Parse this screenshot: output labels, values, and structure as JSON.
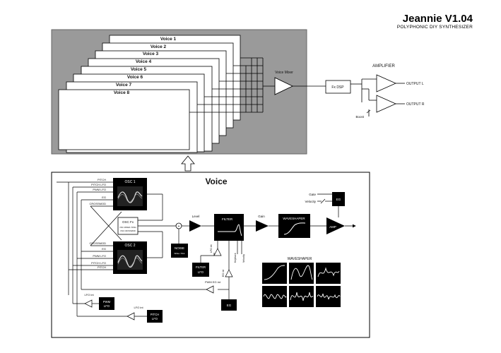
{
  "header": {
    "title": "Jeannie V1.04",
    "subtitle": "POLYPHONIC DIY SYNTHESIZER"
  },
  "voices": [
    "Voice 1",
    "Voice 2",
    "Voice 3",
    "Voice 4",
    "Voice 5",
    "Voice 6",
    "Voice 7",
    "Voice 8"
  ],
  "mixer": {
    "label": "Voice Mixer"
  },
  "fx_dsp": {
    "label": "Fx DSP"
  },
  "amplifier": {
    "label": "AMPLIFIER",
    "out_l": "OUTPUT L",
    "out_r": "OUTPUT R",
    "boost": "Boost"
  },
  "voice_panel": {
    "title": "Voice",
    "osc1": {
      "label": "OSC 1",
      "inputs": [
        "PITCH",
        "PITCH LFO",
        "PWM LFO",
        "EG",
        "CROSSMOD"
      ]
    },
    "osc2": {
      "label": "OSC 2",
      "inputs": [
        "CROSSMOD",
        "EG",
        "PWM LFO",
        "PITCH LFO",
        "PITCH"
      ]
    },
    "osc_fx": {
      "label": "OSC Fx",
      "sub1": "OSC MIXER / RING",
      "sub2": "OSC CROSSMOD"
    },
    "noise": {
      "line1": "NOISE",
      "line2": "White / Pink"
    },
    "level": "Level",
    "filter": "FILTER",
    "gain": "Gain",
    "waveshaper": "WAVESHAPER",
    "amp": "AMP",
    "gate": "Gate",
    "velocity": "Velocity",
    "eg_amp": "EG",
    "keytrack": "Keytrack",
    "velocity_filter": "Velocity",
    "lfo_int_filter": "LFO int",
    "filter_lfo": {
      "line1": "FILTER",
      "line2": "LFO"
    },
    "eg_int": "EG int",
    "pwm_eg_int": "PWM EG int",
    "eg_filter": "EG",
    "lfo_int_pwm": "LFO int",
    "pwm_lfo": {
      "line1": "PWM",
      "line2": "LFO"
    },
    "lfo_int_pitch": "LFO int",
    "pitch_lfo": {
      "line1": "PITCH",
      "line2": "LFO"
    },
    "waveshaper_panel_title": "WAVESHAPER"
  },
  "colors": {
    "voice_bg": "#9a9a9a",
    "block": "#000000",
    "line": "#000000",
    "page": "#ffffff"
  }
}
